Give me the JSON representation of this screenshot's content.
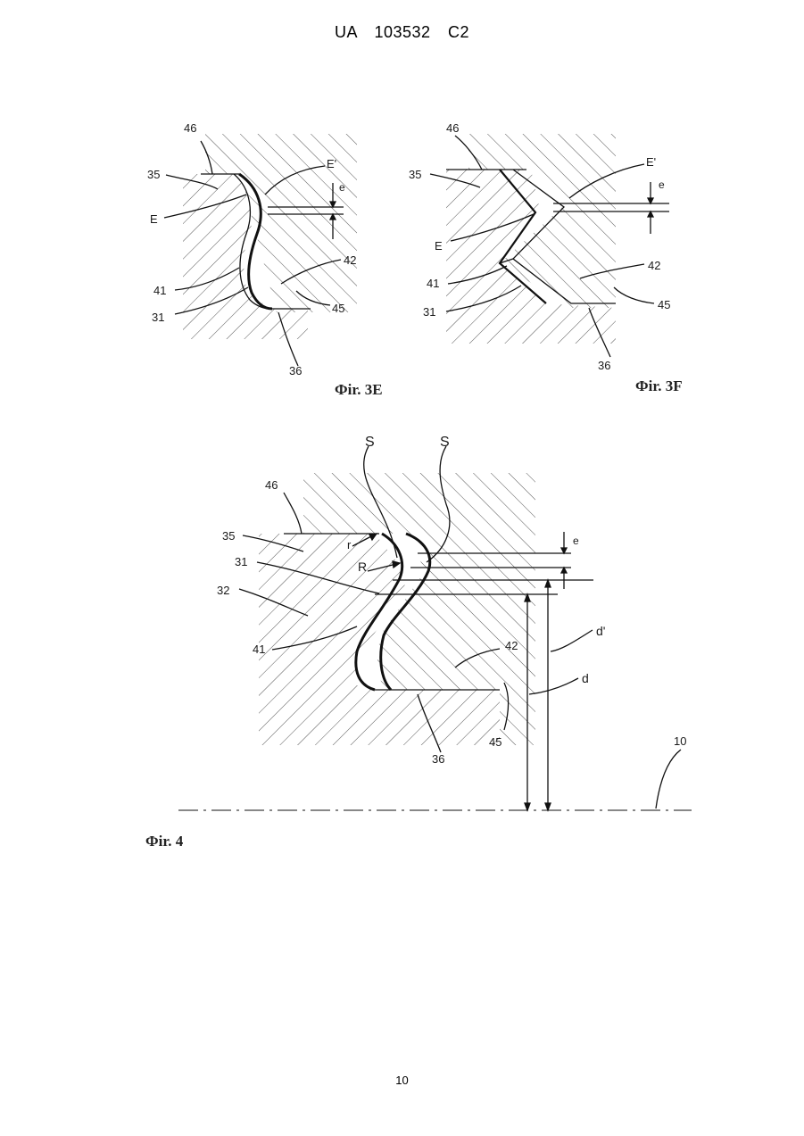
{
  "header": "UA   103532   C2",
  "page_number": "10",
  "figures": [
    {
      "caption": "Фir. 3E",
      "labels": {
        "l46": "46",
        "l35": "35",
        "lE": "E",
        "lEp": "E'",
        "le": "e",
        "l42": "42",
        "l41": "41",
        "l31": "31",
        "l45": "45",
        "l36": "36"
      }
    },
    {
      "caption": "Фir. 3F",
      "labels": {
        "l46": "46",
        "l35": "35",
        "lE": "E",
        "lEp": "E'",
        "le": "e",
        "l42": "42",
        "l41": "41",
        "l31": "31",
        "l45": "45",
        "l36": "36"
      }
    },
    {
      "caption": "Фir. 4",
      "labels": {
        "lS1": "S",
        "lS2": "S",
        "l46": "46",
        "l35": "35",
        "l31": "31",
        "l32": "32",
        "lr": "r",
        "lR": "R",
        "le": "e",
        "l41": "41",
        "l42": "42",
        "ldp": "d'",
        "ld": "d",
        "l45": "45",
        "l36": "36",
        "l10": "10"
      }
    }
  ]
}
